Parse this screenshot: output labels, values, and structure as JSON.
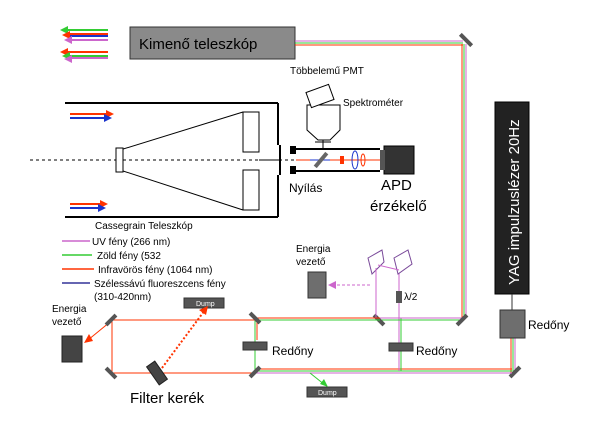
{
  "labels": {
    "outgoing_telescope": "Kimenő teleszkóp",
    "multi_pmt": "Többelemű PMT",
    "spectrometer": "Spektrométer",
    "aperture": "Nyílás",
    "apd_line1": "APD",
    "apd_line2": "érzékelő",
    "cassegrain": "Cassegrain Teleszkóp",
    "yag_laser": "YAG impulzuslézer  20Hz",
    "energy_line1": "Energia",
    "energy_line2": "vezető",
    "shutter": "Redőny",
    "dump": "Dump",
    "filter_wheel": "Filter kerék",
    "lambda_half": "λ/2"
  },
  "legend": [
    {
      "label": "UV fény (266 nm)",
      "color": "#cc66cc"
    },
    {
      "label": "Zöld fény (532",
      "color": "#33cc33"
    },
    {
      "label": "Infravörös fény (1064 nm)",
      "color": "#ff3300"
    },
    {
      "label": "Szélessávú fluoreszcens fény",
      "color": "#333399"
    }
  ],
  "legend_extra": "(310-420nm)",
  "colors": {
    "uv": "#cc66cc",
    "green": "#33cc33",
    "ir": "#ff3300",
    "blue": "#1a33cc",
    "component": "#6e6e6e",
    "component_dark": "#4a4a4a"
  }
}
